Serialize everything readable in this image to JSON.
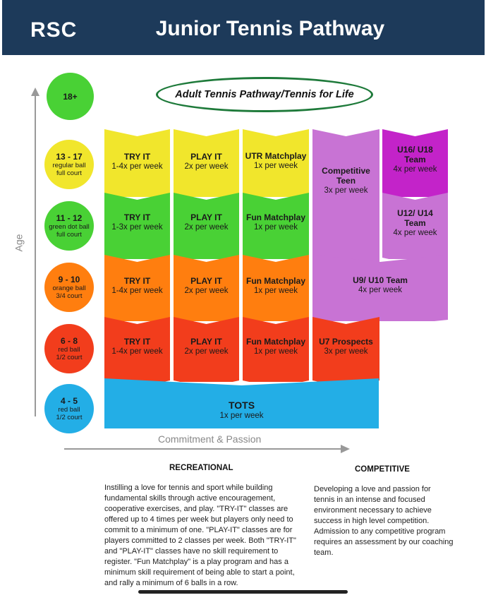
{
  "header": {
    "logo": "RSC",
    "title": "Junior Tennis Pathway"
  },
  "adult": {
    "age": "18+",
    "label": "Adult Tennis Pathway/Tennis for Life"
  },
  "ages": [
    {
      "range": "13 - 17",
      "line1": "regular ball",
      "line2": "full court",
      "color": "#f1e62c"
    },
    {
      "range": "11 - 12",
      "line1": "green dot ball",
      "line2": "full court",
      "color": "#49d135"
    },
    {
      "range": "9 - 10",
      "line1": "orange ball",
      "line2": "3/4 court",
      "color": "#ff7e0f"
    },
    {
      "range": "6 - 8",
      "line1": "red ball",
      "line2": "1/2 court",
      "color": "#f23d1c"
    },
    {
      "range": "4 - 5",
      "line1": "red ball",
      "line2": "1/2 court",
      "color": "#23aee6"
    }
  ],
  "axes": {
    "y": "Age",
    "x": "Commitment & Passion"
  },
  "rows": {
    "r13": [
      {
        "title": "TRY IT",
        "freq": "1-4x per week"
      },
      {
        "title": "PLAY IT",
        "freq": "2x per week"
      },
      {
        "title": "UTR Matchplay",
        "freq": "1x per week"
      }
    ],
    "r11": [
      {
        "title": "TRY IT",
        "freq": "1-3x per week"
      },
      {
        "title": "PLAY IT",
        "freq": "2x per week"
      },
      {
        "title": "Fun Matchplay",
        "freq": "1x per week"
      }
    ],
    "r9": [
      {
        "title": "TRY IT",
        "freq": "1-4x per week"
      },
      {
        "title": "PLAY IT",
        "freq": "2x per week"
      },
      {
        "title": "Fun Matchplay",
        "freq": "1x per week"
      }
    ],
    "r6": [
      {
        "title": "TRY IT",
        "freq": "1-4x per week"
      },
      {
        "title": "PLAY IT",
        "freq": "2x per week"
      },
      {
        "title": "Fun Matchplay",
        "freq": "1x per week"
      },
      {
        "title": "U7 Prospects",
        "freq": "3x per week"
      }
    ]
  },
  "competitive_boxes": {
    "teen": {
      "title": "Competitive Teen",
      "freq": "3x per week"
    },
    "u16": {
      "title": "U16/ U18 Team",
      "freq": "4x per week"
    },
    "u12": {
      "title": "U12/ U14 Team",
      "freq": "4x per week"
    },
    "u9": {
      "title": "U9/ U10 Team",
      "freq": "4x per week"
    }
  },
  "tots": {
    "title": "TOTS",
    "freq": "1x per week"
  },
  "recreational": {
    "heading": "RECREATIONAL",
    "text": "Instilling a love for tennis and sport while building fundamental skills through active encouragement, cooperative exercises, and play.  \"TRY-IT\" classes are offered up to 4 times per week but players only need to commit to a minimum of one. \"PLAY-IT\" classes are for players committed to 2 classes per week. Both \"TRY-IT\" and \"PLAY-IT\" classes have no skill requirement to register. \"Fun Matchplay\" is a play program and has a minimum skill requirement of being able to start a point, and rally a minimum of 6 balls in a row."
  },
  "competitive": {
    "heading": "COMPETITIVE",
    "text": "Developing a love and passion for tennis in an intense and focused environment necessary to achieve success in high level competition. Admission to any competitive program requires an assessment by our coaching team."
  }
}
